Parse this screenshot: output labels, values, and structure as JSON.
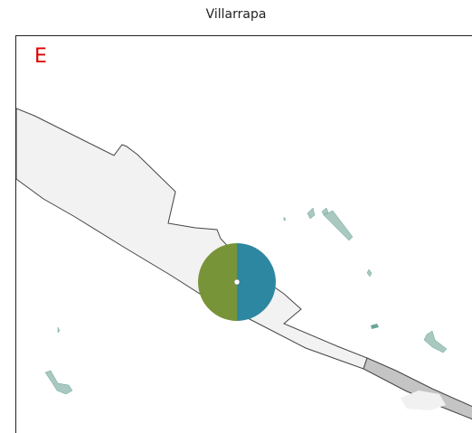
{
  "map": {
    "title": "Villarrapa",
    "panel_letter": "E",
    "colors": {
      "panel_letter": "#e00000",
      "land_fill": "#f2f2f2",
      "land_stroke": "#444444",
      "road_fill": "#c4c4c4",
      "water": "#a8c8c0",
      "water_dark": "#6aa698",
      "pie_left": "#789438",
      "pie_right": "#2e87a0",
      "marker_dot": "#ffffff"
    },
    "pie": {
      "slices": [
        {
          "fraction": 0.5,
          "color_key": "pie_left"
        },
        {
          "fraction": 0.5,
          "color_key": "pie_right"
        }
      ]
    }
  }
}
